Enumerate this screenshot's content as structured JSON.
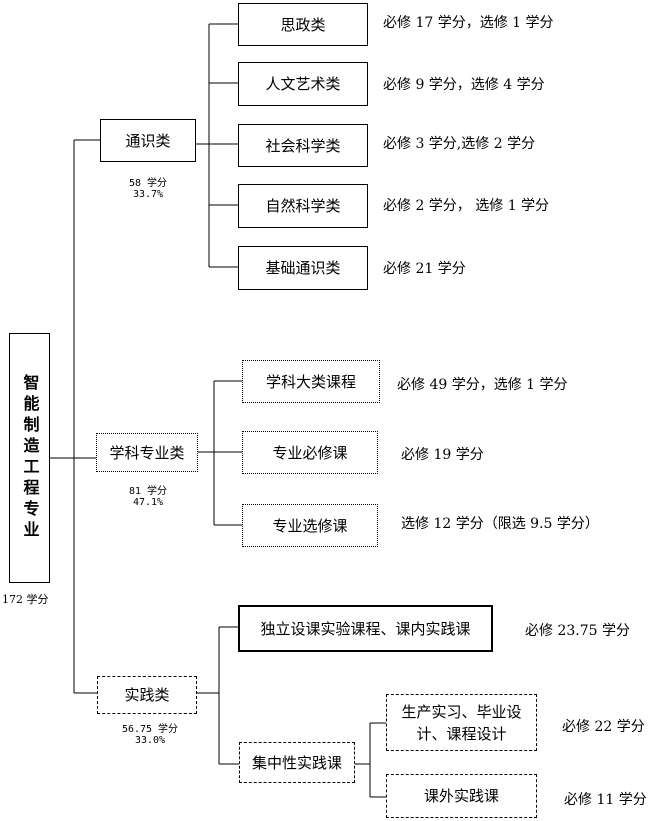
{
  "root": {
    "label": "智能制造工程专业",
    "credits": "172 学分"
  },
  "general": {
    "label": "通识类",
    "credits": "58 学分",
    "percent": "33.7%",
    "items": [
      {
        "label": "思政类",
        "note": "必修 17 学分，选修 1 学分"
      },
      {
        "label": "人文艺术类",
        "note": "必修 9 学分，选修 4 学分"
      },
      {
        "label": "社会科学类",
        "note": "必修 3 学分,选修 2 学分"
      },
      {
        "label": "自然科学类",
        "note": "必修 2 学分， 选修 1 学分"
      },
      {
        "label": "基础通识类",
        "note": "必修 21 学分"
      }
    ]
  },
  "major": {
    "label": "学科专业类",
    "credits": "81 学分",
    "percent": "47.1%",
    "items": [
      {
        "label": "学科大类课程",
        "note": "必修 49 学分，选修 1 学分"
      },
      {
        "label": "专业必修课",
        "note": "必修 19 学分"
      },
      {
        "label": "专业选修课",
        "note": "选修 12 学分（限选 9.5 学分）"
      }
    ]
  },
  "practice": {
    "label": "实践类",
    "credits": "56.75 学分",
    "percent": "33.0%",
    "independent": {
      "label": "独立设课实验课程、课内实践课",
      "note": "必修 23.75 学分"
    },
    "concentrated": {
      "label": "集中性实践课",
      "items": [
        {
          "label_line1": "生产实习、毕业设",
          "label_line2": "计、课程设计",
          "note": "必修 22 学分"
        },
        {
          "label": "课外实践课",
          "note": "必修 11 学分"
        }
      ]
    }
  }
}
